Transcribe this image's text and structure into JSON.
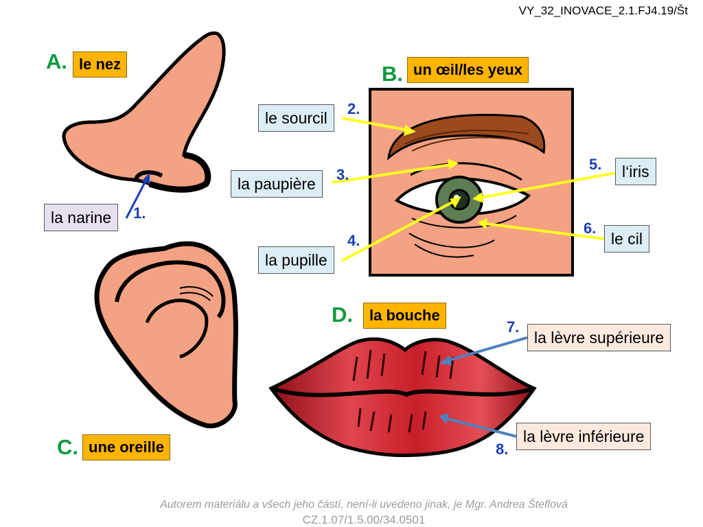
{
  "doc_code": "VY_32_INOVACE_2.1.FJ4.19/Št",
  "sections": {
    "a": {
      "letter": "A.",
      "title": "le nez"
    },
    "b": {
      "letter": "B.",
      "title": "un œil/les yeux"
    },
    "c": {
      "letter": "C.",
      "title": "une oreille"
    },
    "d": {
      "letter": "D.",
      "title": "la bouche"
    }
  },
  "labels": [
    {
      "num": "1.",
      "text": "la narine"
    },
    {
      "num": "2.",
      "text": "le sourcil"
    },
    {
      "num": "3.",
      "text": "la paupière"
    },
    {
      "num": "4.",
      "text": "la pupille"
    },
    {
      "num": "5.",
      "text": "l‘iris"
    },
    {
      "num": "6.",
      "text": "le cil"
    },
    {
      "num": "7.",
      "text": "la lèvre supérieure"
    },
    {
      "num": "8.",
      "text": "la lèvre inférieure"
    }
  ],
  "footer": {
    "author": "Autorem materiálu a všech jeho částí, není-li uvedeno jinak, je Mgr. Andrea Šteflová",
    "code": "CZ.1.07/1.5.00/34.0501"
  },
  "colors": {
    "skin": "#f3a283",
    "title_bg": "#ffb400",
    "letter": "#0d9a3c",
    "number": "#1a3fb5",
    "eye_arrow": "#ffff22",
    "lip_arrow": "#4f81bd",
    "lips": "#c8202a"
  }
}
